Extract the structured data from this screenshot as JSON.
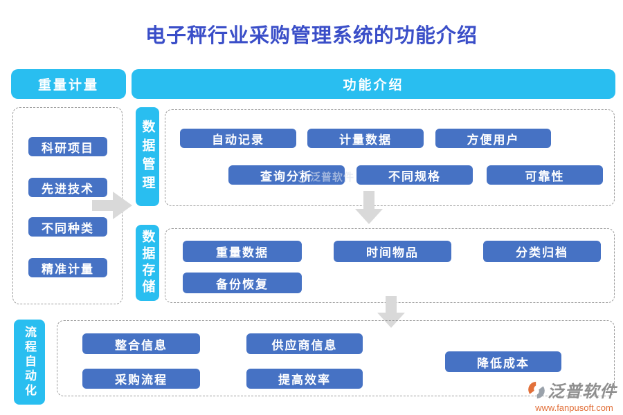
{
  "title": "电子秤行业采购管理系统的功能介绍",
  "headers": {
    "left": "重量计量",
    "right": "功能介绍"
  },
  "left_panel": {
    "items": [
      "科研项目",
      "先进技术",
      "不同种类",
      "精准计量"
    ]
  },
  "sections": [
    {
      "label": "数据管理",
      "rows": [
        [
          "自动记录",
          "计量数据",
          "方便用户"
        ],
        [
          "查询分析",
          "不同规格",
          "可靠性"
        ]
      ]
    },
    {
      "label": "数据存储",
      "rows": [
        [
          "重量数据",
          "时间物品",
          "分类归档"
        ],
        [
          "备份恢复"
        ]
      ]
    },
    {
      "label": "流程自动化",
      "rows": [
        [
          "整合信息",
          "供应商信息",
          "降低成本"
        ],
        [
          "采购流程",
          "提高效率"
        ]
      ]
    }
  ],
  "icons": {
    "flow_right": "arrow-right-icon",
    "flow_down_1": "arrow-down-icon",
    "flow_down_2": "arrow-down-icon",
    "watermark_ring": "fanpu-watermark-icon",
    "logo_swirl": "fanpu-logo-icon"
  },
  "watermark": {
    "brand": "泛普软件",
    "url": "www.fanpusoft.com"
  },
  "colors": {
    "header_cyan": "#29BEF0",
    "button_blue": "#4672C4",
    "title_blue": "#3A4EC8",
    "arrow_gray": "#D9D9D9",
    "dash_gray": "#9A9A9A",
    "logo_orange": "#E2703A",
    "logo_gray": "#8F8F8F"
  }
}
